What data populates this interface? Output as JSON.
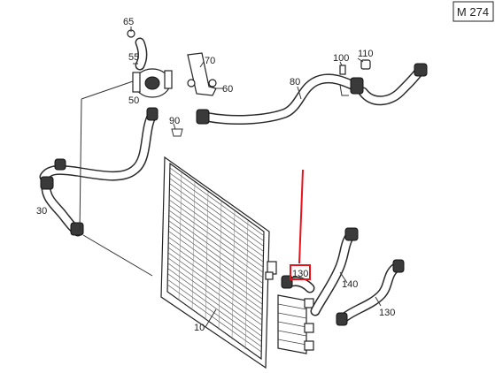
{
  "engine_code": "M 274",
  "callouts": {
    "c10": "10",
    "c30": "30",
    "c50": "50",
    "c55": "55",
    "c60": "60",
    "c65": "65",
    "c70": "70",
    "c80": "80",
    "c90": "90",
    "c100": "100",
    "c110": "110",
    "c130_boxed": "130",
    "c130": "130",
    "c140": "140"
  },
  "colors": {
    "highlight": "#e8141c",
    "line": "#2a2a2a"
  }
}
